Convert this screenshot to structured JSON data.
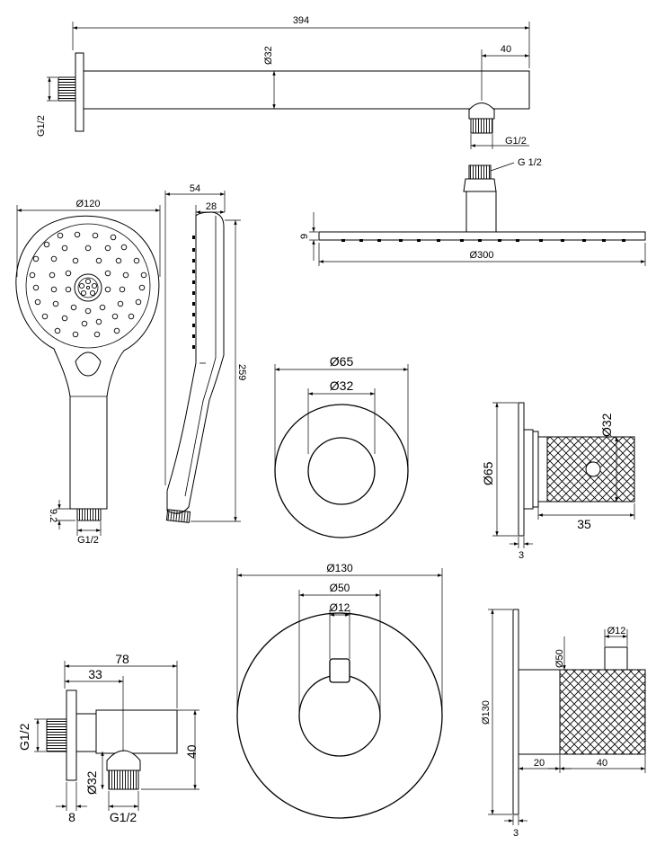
{
  "dimensions": {
    "arm": {
      "length": "394",
      "diameter": "Ø32",
      "end": "40",
      "thread_left": "G1/2",
      "thread_right": "G1/2"
    },
    "rain_head": {
      "thread": "G 1/2",
      "thickness": "9",
      "diameter": "Ø300"
    },
    "hand_shower": {
      "head_diameter": "Ø120",
      "thread": "G1/2",
      "thread_len": "9.2",
      "width": "54",
      "tip": "28",
      "length": "259"
    },
    "rosette_small": {
      "outer": "Ø65",
      "inner": "Ø32"
    },
    "side_small": {
      "outer": "Ø65",
      "knob": "Ø32",
      "length": "35",
      "plate": "3"
    },
    "elbow": {
      "total": "78",
      "offset": "33",
      "thread": "G1/2",
      "diameter": "Ø32",
      "height": "40",
      "plate": "8",
      "outlet": "G1/2"
    },
    "rosette_large": {
      "outer": "Ø130",
      "mid": "Ø50",
      "inner": "Ø12"
    },
    "side_large": {
      "outer": "Ø130",
      "knob": "Ø50",
      "pin": "Ø12",
      "body": "20",
      "knob_len": "40",
      "plate": "3"
    }
  }
}
